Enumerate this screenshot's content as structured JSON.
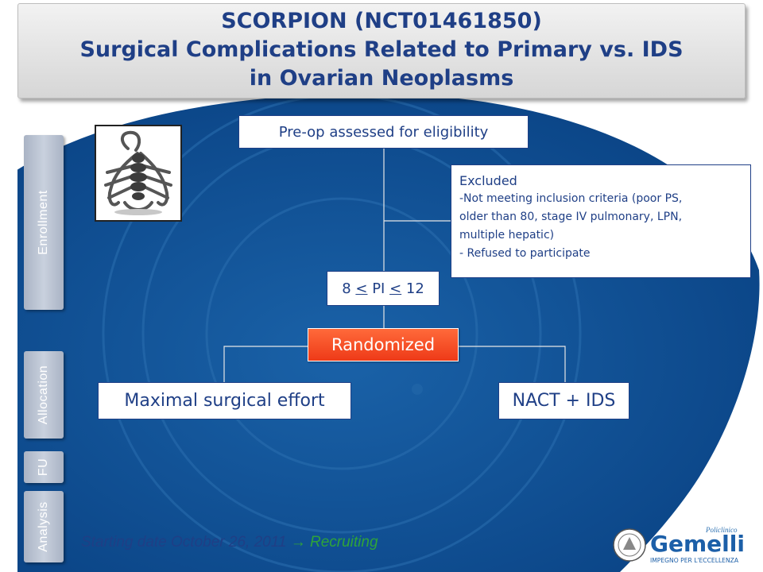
{
  "title": {
    "line1": "SCORPION (NCT01461850)",
    "line2": "Surgical Complications Related to Primary vs. IDS",
    "line3": "in Ovarian Neoplasms"
  },
  "stages": [
    "Enrollment",
    "Allocation",
    "FU",
    "Analysis"
  ],
  "flow": {
    "preop": "Pre-op assessed for eligibility",
    "excluded": {
      "title": "Excluded",
      "items": [
        "-Not meeting inclusion criteria (poor PS,",
        "older than 80, stage IV pulmonary, LPN,",
        "multiple hepatic)",
        "- Refused to participate"
      ]
    },
    "pi": {
      "prefix": "8 ",
      "lt1": "<",
      "middle": " PI ",
      "lt2": "<",
      "suffix": " 12"
    },
    "randomized": "Randomized",
    "arm1": "Maximal surgical effort",
    "arm2": "NACT + IDS"
  },
  "footer": {
    "text": "Starting date October 26, 2011 ",
    "arrow": "→",
    "status": " Recruiting"
  },
  "logo": {
    "brand_small": "Policlinico",
    "brand": "Gemelli",
    "tagline": "IMPEGNO PER L'ECCELLENZA"
  },
  "colors": {
    "navy": "#1f3f86",
    "background_blue": "#0e4f92",
    "randomized_orange": "#f04a1e",
    "recruiting_green": "#2fa33a"
  }
}
